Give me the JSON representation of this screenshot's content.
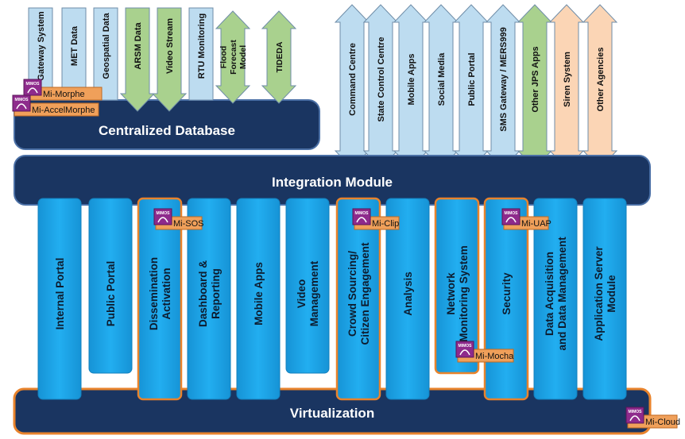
{
  "bands": {
    "centralized_db": "Centralized Database",
    "integration": "Integration Module",
    "virtualization": "Virtualization"
  },
  "top_inputs": [
    "Gateway System",
    "MET Data",
    "Geospatial Data",
    "ARSM Data",
    "Video Stream",
    "RTU Monitoring"
  ],
  "green_two_way": [
    [
      "Flood",
      "Forecast",
      "Model"
    ],
    [
      "TIDEDA"
    ]
  ],
  "top_outputs": [
    "Command Centre",
    "State Control Centre",
    "Mobile Apps",
    "Social Media",
    "Public Portal",
    "SMS Gateway / MERS999"
  ],
  "green_output": "Other JPS Apps",
  "peach_outputs": [
    "Siren System",
    "Other Agencies"
  ],
  "modules": [
    [
      "Internal Portal"
    ],
    [
      "Public Portal"
    ],
    [
      "Dissemination",
      "Activation"
    ],
    [
      "Dashboard &",
      "Reporting"
    ],
    [
      "Mobile Apps"
    ],
    [
      "Video",
      "Management"
    ],
    [
      "Crowd Sourcing/",
      "Citizen Engagement"
    ],
    [
      "Analysis"
    ],
    [
      "Network",
      "Monitoring System"
    ],
    [
      "Security"
    ],
    [
      "Data Acquisition",
      "and Data Management"
    ],
    [
      "Application Server",
      "Module"
    ]
  ],
  "tags": {
    "mi_morphe": "Mi-Morphe",
    "mi_accelmorphe": "Mi-AccelMorphe",
    "mi_sos": "Mi-SOS",
    "mi_clip": "Mi-Clip",
    "mi_uap": "Mi-UAP",
    "mi_mocha": "Mi-Mocha",
    "mi_cloud": "Mi-Cloud"
  },
  "logo_text": "MIMOS",
  "colors": {
    "band": "#1a3561",
    "band_stroke": "#4a6fa5",
    "module": "#1ba2e6",
    "highlight": "#e8832c",
    "tag": "#f0a05a",
    "blue_arrow": "#bddcf0",
    "green_arrow": "#a9d18e",
    "peach_arrow": "#fbd5b5",
    "logo": "#8e2a8c"
  }
}
